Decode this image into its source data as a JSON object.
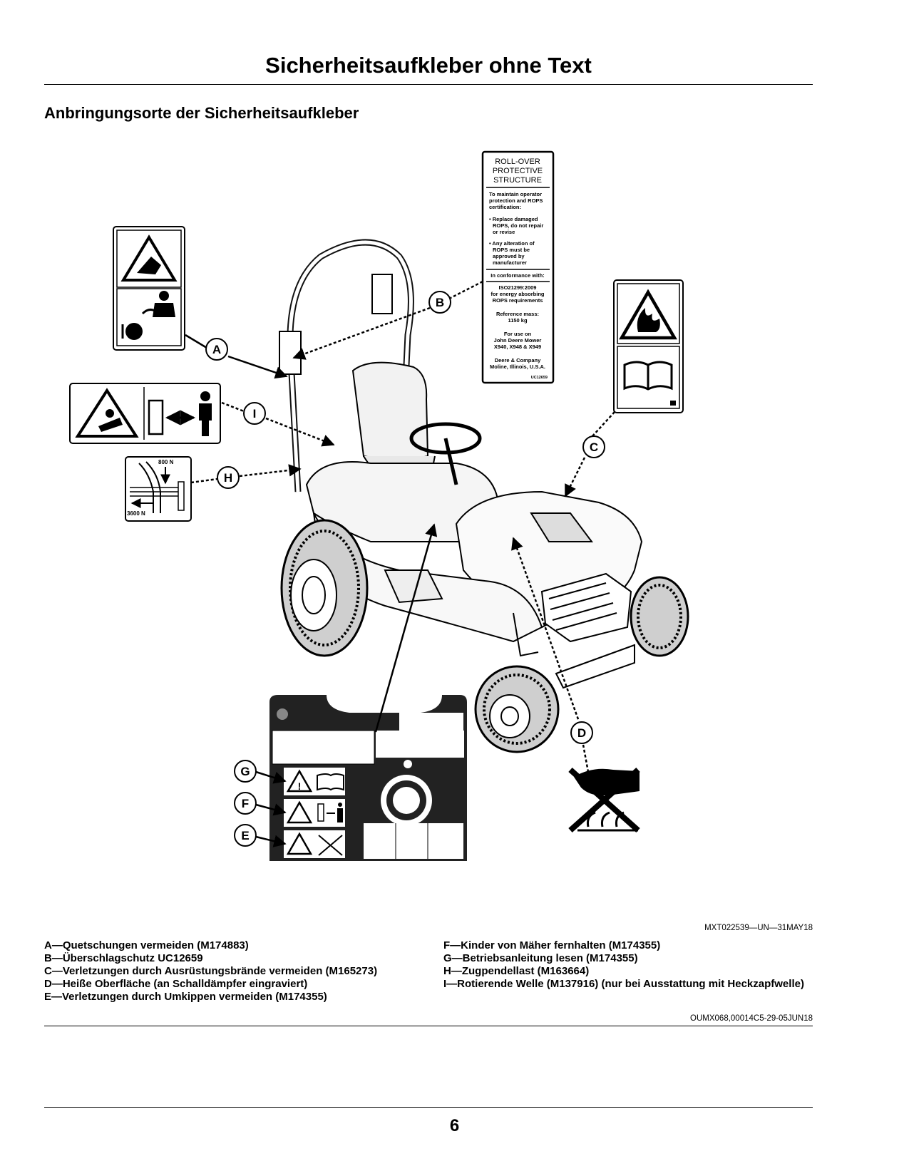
{
  "page": {
    "title": "Sicherheitsaufkleber ohne Text",
    "subtitle": "Anbringungsorte der Sicherheitsaufkleber",
    "figure_id": "MXT022539—UN—31MAY18",
    "doc_id": "OUMX068,00014C5-29-05JUN18",
    "page_number": "6"
  },
  "callouts": [
    "A",
    "B",
    "C",
    "D",
    "E",
    "F",
    "G",
    "H",
    "I"
  ],
  "decal_b": {
    "heading": [
      "ROLL-OVER",
      "PROTECTIVE",
      "STRUCTURE"
    ],
    "intro": [
      "To maintain operator",
      "protection and ROPS",
      "certification:"
    ],
    "bullet1": [
      "• Replace damaged",
      "ROPS, do not repair",
      "or revise"
    ],
    "bullet2": [
      "• Any alteration of",
      "ROPS must be",
      "approved by",
      "manufacturer"
    ],
    "conformance": "In conformance with:",
    "standard": [
      "ISO21299:2009",
      "for energy absorbing",
      "ROPS requirements"
    ],
    "mass": [
      "Reference mass:",
      "1150 kg"
    ],
    "use": [
      "For use on",
      "John Deere Mower",
      "X940, X948 & X949"
    ],
    "maker": [
      "Deere & Company",
      "Moline, Illinois, U.S.A."
    ],
    "code": "UC12659"
  },
  "decal_h": {
    "top_load": "800 N",
    "side_load": "3600 N"
  },
  "legend": {
    "left": [
      "A—Quetschungen vermeiden (M174883)",
      "B—Überschlagschutz UC12659",
      "C—Verletzungen durch Ausrüstungsbrände vermeiden (M165273)",
      "D—Heiße Oberfläche (an Schalldämpfer eingraviert)",
      "E—Verletzungen durch Umkippen vermeiden (M174355)"
    ],
    "right": [
      "F—Kinder von Mäher fernhalten (M174355)",
      "G—Betriebsanleitung lesen (M174355)",
      "H—Zugpendellast (M163664)",
      "I—Rotierende Welle (M137916) (nur bei Ausstattung mit Heckzapfwelle)"
    ]
  }
}
